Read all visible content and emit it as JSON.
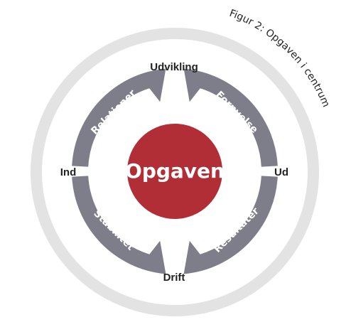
{
  "figure_caption": "Figur 2: Opgaven i centrum",
  "center_label": "Opgaven",
  "directions": {
    "top": "Udvikling",
    "bottom": "Drift",
    "left": "Ind",
    "right": "Ud"
  },
  "segments": {
    "top_left": "Relationer",
    "top_right": "Fornyelse",
    "bottom_left": "Stabilitet",
    "bottom_right": "Resultater"
  },
  "colors": {
    "outer_ring": "#e3e3e3",
    "segment": "#7e7e8a",
    "center": "#b12e37"
  }
}
